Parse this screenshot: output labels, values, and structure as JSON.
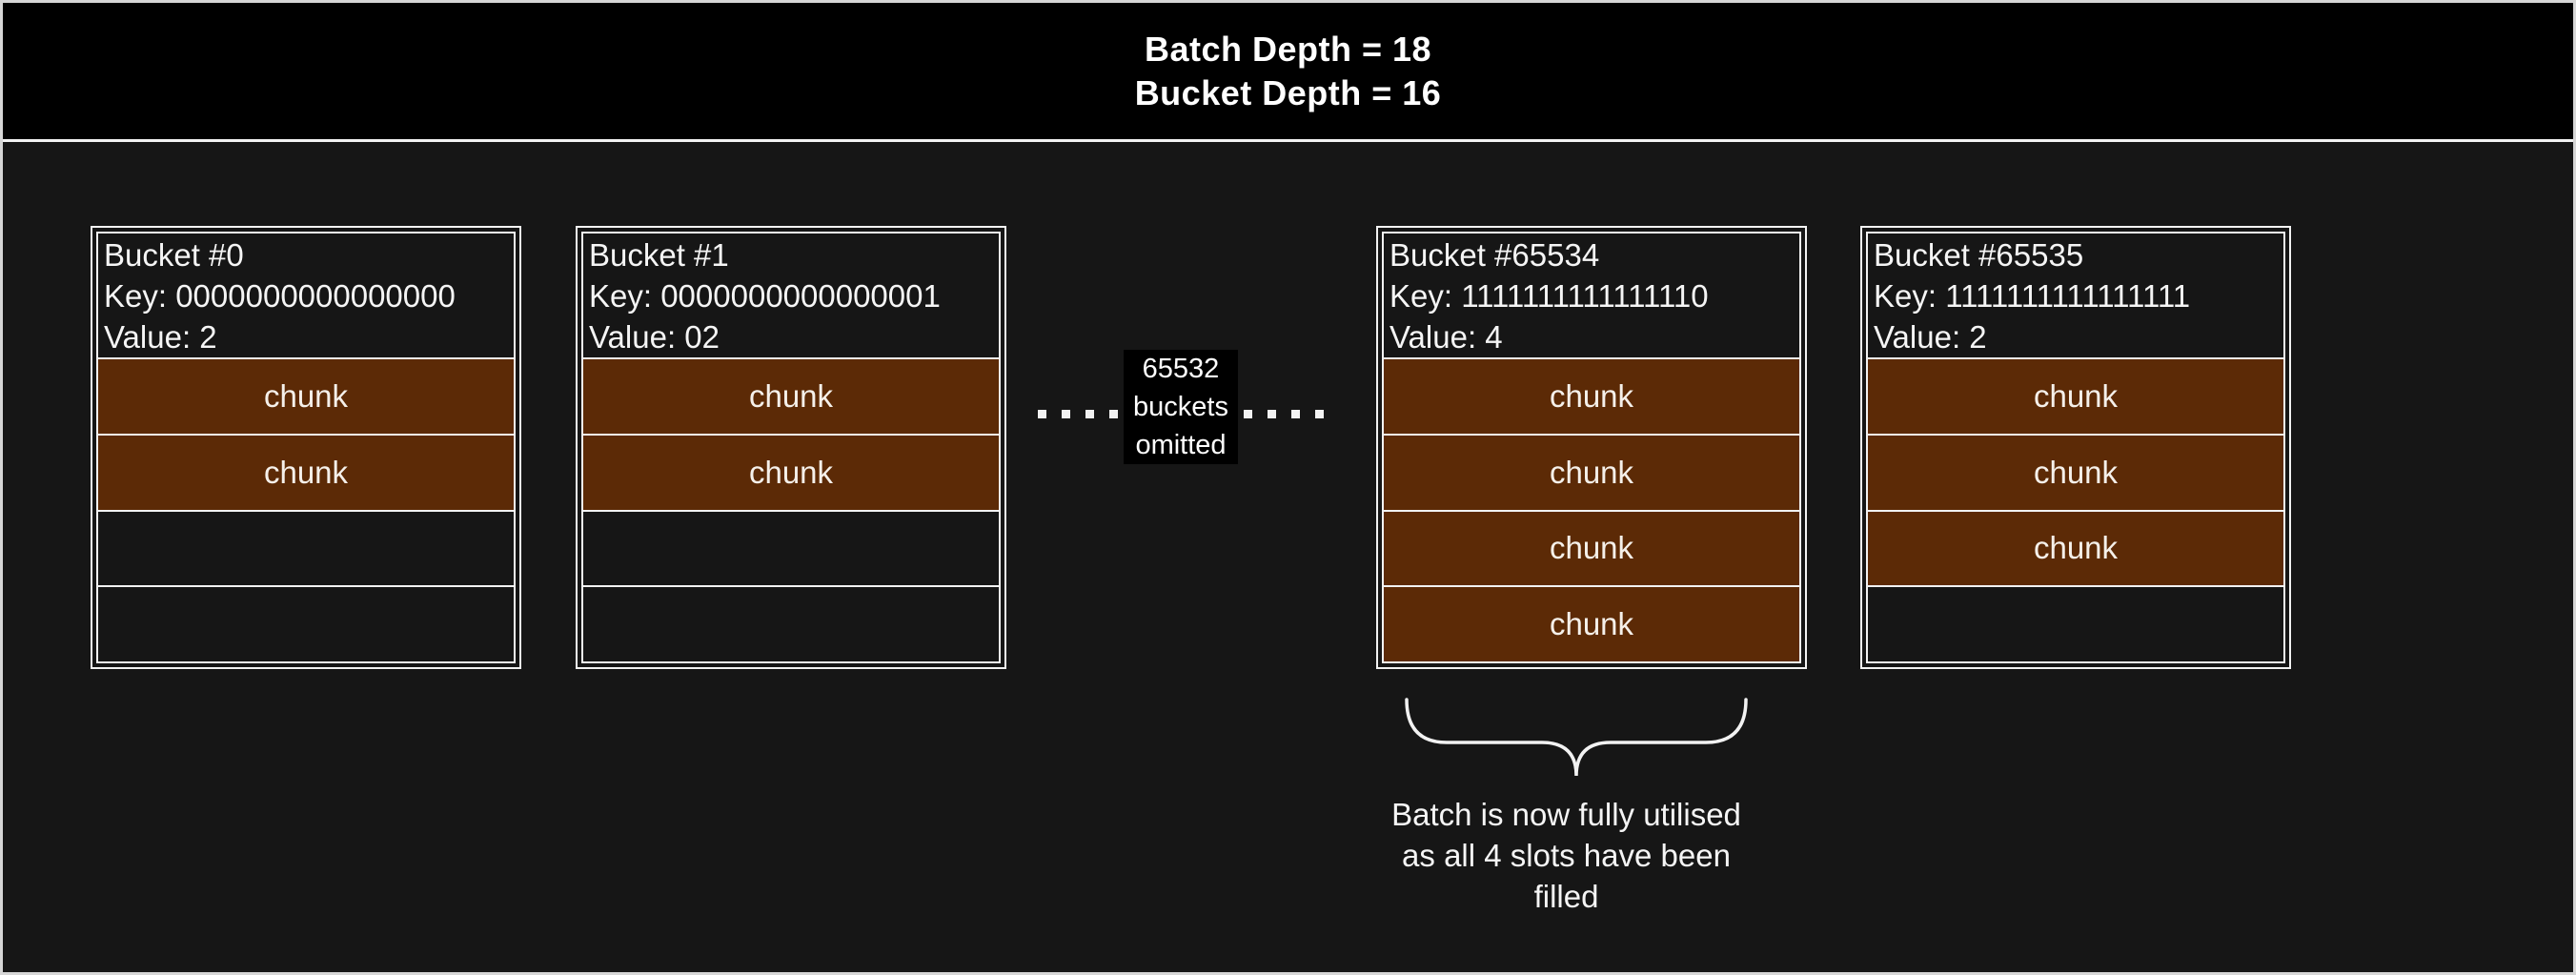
{
  "title": {
    "line1": "Batch Depth = 18",
    "line2": "Bucket Depth = 16"
  },
  "buckets": [
    {
      "title": "Bucket #0",
      "key": "Key: 0000000000000000",
      "value": "Value: 2",
      "slots": [
        "chunk",
        "chunk",
        "",
        ""
      ]
    },
    {
      "title": "Bucket #1",
      "key": "Key: 0000000000000001",
      "value": "Value: 02",
      "slots": [
        "chunk",
        "chunk",
        "",
        ""
      ]
    },
    {
      "title": "Bucket #65534",
      "key": "Key: 1111111111111110",
      "value": "Value: 4",
      "slots": [
        "chunk",
        "chunk",
        "chunk",
        "chunk"
      ]
    },
    {
      "title": "Bucket #65535",
      "key": "Key: 1111111111111111",
      "value": "Value: 2",
      "slots": [
        "chunk",
        "chunk",
        "chunk",
        ""
      ]
    }
  ],
  "omitted": {
    "label": "65532\nbuckets\nomitted",
    "dots_per_side": 4
  },
  "annotation": {
    "text": "Batch is now fully utilised\nas all 4 slots have been\nfilled"
  },
  "colors": {
    "chunk_fill": "#5c2a06",
    "canvas_background": "#161616",
    "title_background": "#000000",
    "border": "#f2f2f2",
    "text": "#ffffff"
  }
}
